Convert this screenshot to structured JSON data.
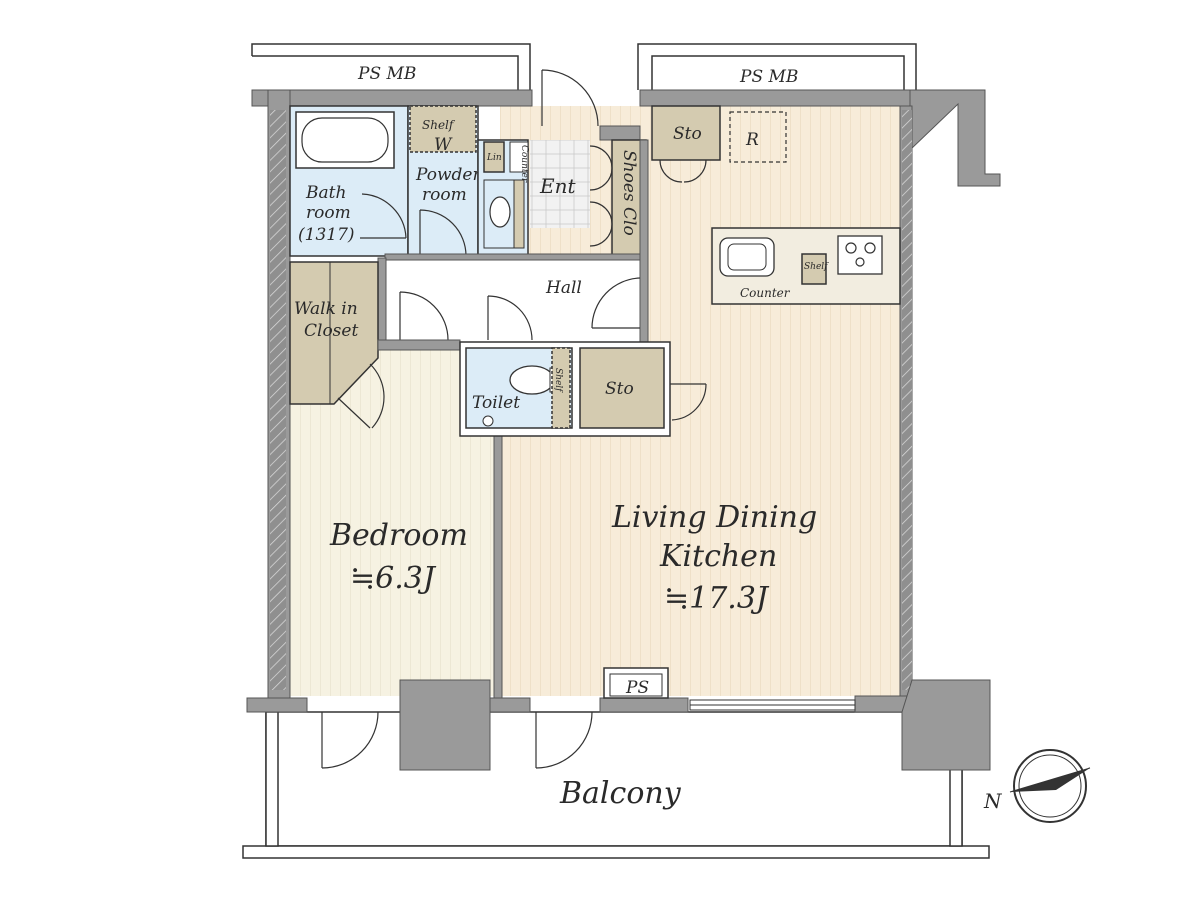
{
  "labels": {
    "ps_mb_left": "PS  MB",
    "ps_mb_right": "PS  MB",
    "shelf_w_1": "Shelf",
    "shelf_w_2": "W",
    "lin": "Lin",
    "counter_small": "Counter",
    "bath_1": "Bath",
    "bath_2": "room",
    "bath_3": "(1317)",
    "powder_1": "Powder",
    "powder_2": "room",
    "ent": "Ent",
    "shoes_clo": "Shoes Clo",
    "sto_top": "Sto",
    "r": "R",
    "counter": "Counter",
    "shelf_kitchen": "Shelf",
    "hall": "Hall",
    "walk_in_1": "Walk in",
    "walk_in_2": "Closet",
    "toilet": "Toilet",
    "shelf_toilet": "Shelf",
    "sto_mid": "Sto",
    "bedroom": "Bedroom",
    "bedroom_size": "≒6.3J",
    "ldk_1": "Living Dining",
    "ldk_2": "Kitchen",
    "ldk_size": "≒17.3J",
    "ps_bottom": "PS",
    "balcony": "Balcony",
    "north": "N"
  },
  "colors": {
    "wall": "#9a9a9a",
    "floor_wood": "#f7ecd9",
    "bedroom_floor": "#f6f2e2",
    "storage": "#d4cbb0",
    "wet_area": "#dcecf7",
    "tile": "#f2f2f2"
  },
  "icons": [
    "bathtub-icon",
    "sink-icon",
    "toilet-icon",
    "stove-icon",
    "kitchen-sink-icon",
    "compass-icon"
  ]
}
